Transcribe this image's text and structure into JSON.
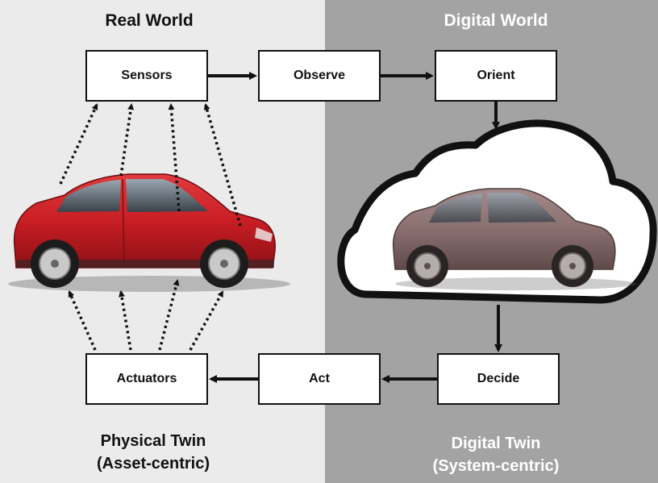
{
  "left_panel": {
    "title": "Real World",
    "footer_line1": "Physical Twin",
    "footer_line2": "(Asset-centric)"
  },
  "right_panel": {
    "title": "Digital World",
    "footer_line1": "Digital Twin",
    "footer_line2": "(System-centric)"
  },
  "boxes": {
    "sensors": "Sensors",
    "observe": "Observe",
    "orient": "Orient",
    "actuators": "Actuators",
    "act": "Act",
    "decide": "Decide"
  },
  "colors": {
    "left_background": "#ebebeb",
    "right_background": "#a3a3a3",
    "physical_car": "#c81e24",
    "digital_car": "#8a6f6f",
    "arrow": "#111111"
  }
}
